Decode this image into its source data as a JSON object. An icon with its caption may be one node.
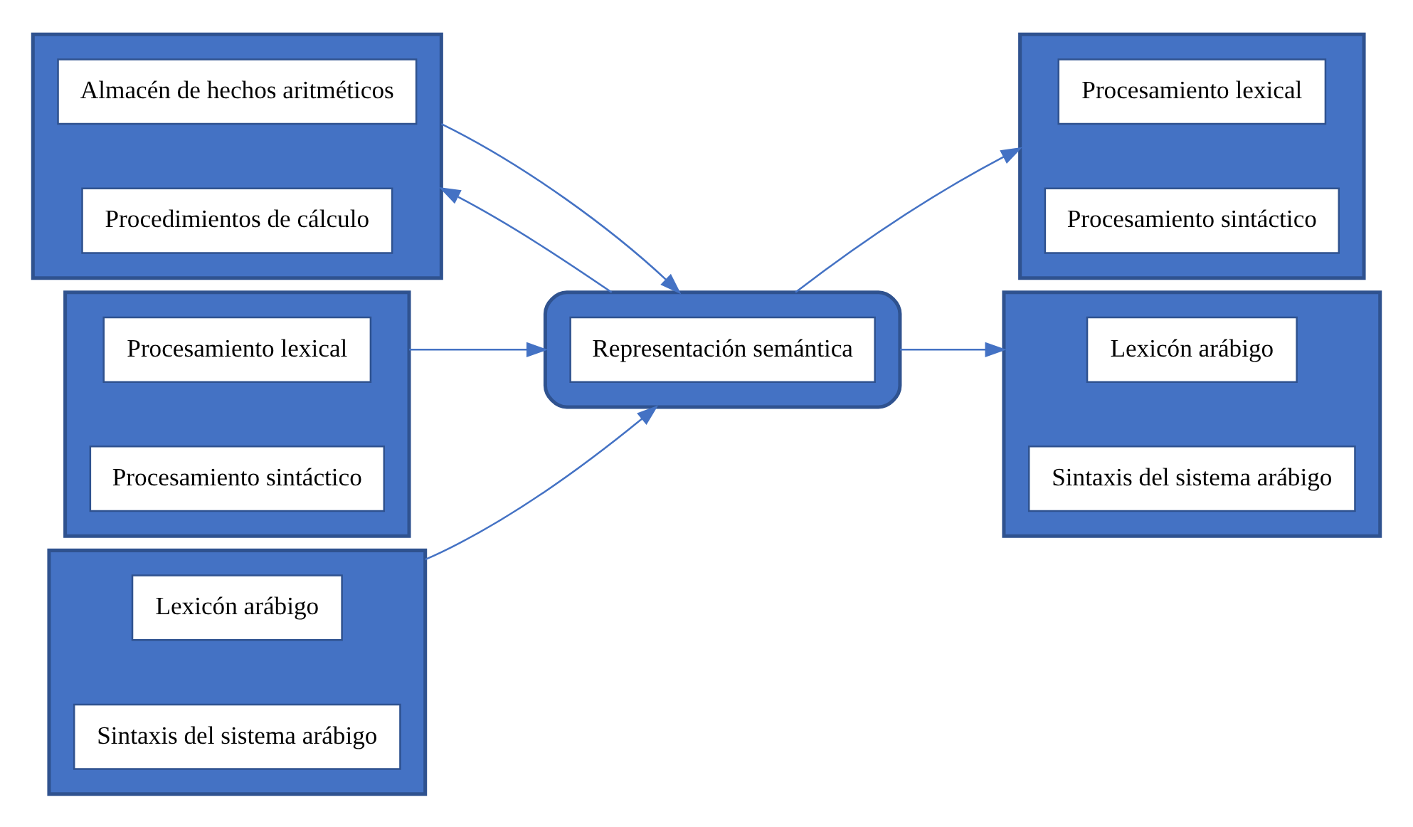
{
  "diagram": {
    "nodes": [
      {
        "text": [],
        "shape": "box"
      },
      {
        "text": [
          "Almacén de hechos aritméticos"
        ],
        "in": 0
      },
      {
        "text": [
          "Procedimientos de cálculo"
        ],
        "in": 0
      },
      {
        "text": [],
        "shape": "box"
      },
      {
        "text": [
          "Procesamiento lexical"
        ],
        "in": 3
      },
      {
        "text": [
          "Procesamiento sintáctico"
        ],
        "in": 3
      },
      {
        "text": [],
        "shape": "box"
      },
      {
        "text": [
          "Lexicón arábigo"
        ],
        "in": 6
      },
      {
        "text": [
          "Sintaxis del sistema arábigo"
        ],
        "in": 6
      },
      {
        "text": [],
        "shape": "ellipse"
      },
      {
        "text": [
          "Representación semántica"
        ],
        "in": 9
      },
      {
        "text": [],
        "shape": "box"
      },
      {
        "text": [
          "Procesamiento lexical"
        ],
        "in": 11
      },
      {
        "text": [
          "Procesamiento sintáctico"
        ],
        "in": 11
      },
      {
        "text": [],
        "shape": "box"
      },
      {
        "text": [
          "Lexicón arábigo"
        ],
        "in": 14
      },
      {
        "text": [
          "Sintaxis del sistema arábigo"
        ],
        "in": 14
      }
    ],
    "edges": [
      {
        "from": 0,
        "to": 9,
        "arrow": "to"
      },
      {
        "from": 9,
        "to": 0,
        "arrow": "to"
      },
      {
        "from": 3,
        "to": 9,
        "arrow": "to"
      },
      {
        "from": 6,
        "to": 9,
        "arrow": "to"
      },
      {
        "from": 9,
        "to": 11,
        "arrow": "to"
      },
      {
        "from": 9,
        "to": 14,
        "arrow": "to"
      }
    ]
  }
}
